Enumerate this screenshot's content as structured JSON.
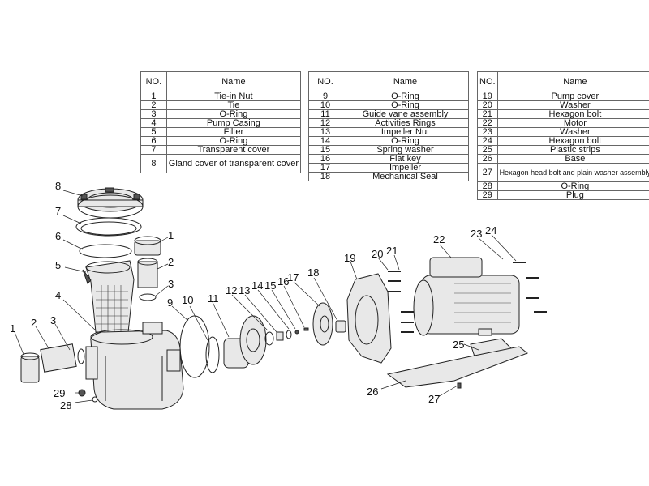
{
  "tables": [
    {
      "header_no": "NO.",
      "header_name": "Name",
      "rows": [
        {
          "no": "1",
          "name": "Tie-in Nut"
        },
        {
          "no": "2",
          "name": "Tie"
        },
        {
          "no": "3",
          "name": "O-Ring"
        },
        {
          "no": "4",
          "name": "Pump Casing"
        },
        {
          "no": "5",
          "name": "Filter"
        },
        {
          "no": "6",
          "name": "O-Ring"
        },
        {
          "no": "7",
          "name": "Transparent cover"
        },
        {
          "no": "8",
          "name": "Gland cover of transparent cover"
        }
      ]
    },
    {
      "header_no": "NO.",
      "header_name": "Name",
      "rows": [
        {
          "no": "9",
          "name": "O-Ring"
        },
        {
          "no": "10",
          "name": "O-Ring"
        },
        {
          "no": "11",
          "name": "Guide vane assembly"
        },
        {
          "no": "12",
          "name": "Activities Rings"
        },
        {
          "no": "13",
          "name": "Impeller Nut"
        },
        {
          "no": "14",
          "name": "O-Ring"
        },
        {
          "no": "15",
          "name": "Spring washer"
        },
        {
          "no": "16",
          "name": "Flat key"
        },
        {
          "no": "17",
          "name": "Impeller"
        },
        {
          "no": "18",
          "name": "Mechanical Seal"
        }
      ]
    },
    {
      "header_no": "NO.",
      "header_name": "Name",
      "rows": [
        {
          "no": "19",
          "name": "Pump cover"
        },
        {
          "no": "20",
          "name": "Washer"
        },
        {
          "no": "21",
          "name": "Hexagon bolt"
        },
        {
          "no": "22",
          "name": "Motor"
        },
        {
          "no": "23",
          "name": "Washer"
        },
        {
          "no": "24",
          "name": "Hexagon bolt"
        },
        {
          "no": "25",
          "name": "Plastic strips"
        },
        {
          "no": "26",
          "name": "Base"
        },
        {
          "no": "27",
          "name": "Hexagon head bolt and plain washer assembly"
        },
        {
          "no": "28",
          "name": "O-Ring"
        },
        {
          "no": "29",
          "name": "Plug"
        }
      ]
    }
  ],
  "callouts": [
    "1",
    "2",
    "3",
    "4",
    "5",
    "6",
    "7",
    "8",
    "9",
    "10",
    "11",
    "12",
    "13",
    "14",
    "15",
    "16",
    "17",
    "18",
    "19",
    "20",
    "21",
    "22",
    "23",
    "24",
    "25",
    "26",
    "27",
    "28",
    "29"
  ]
}
